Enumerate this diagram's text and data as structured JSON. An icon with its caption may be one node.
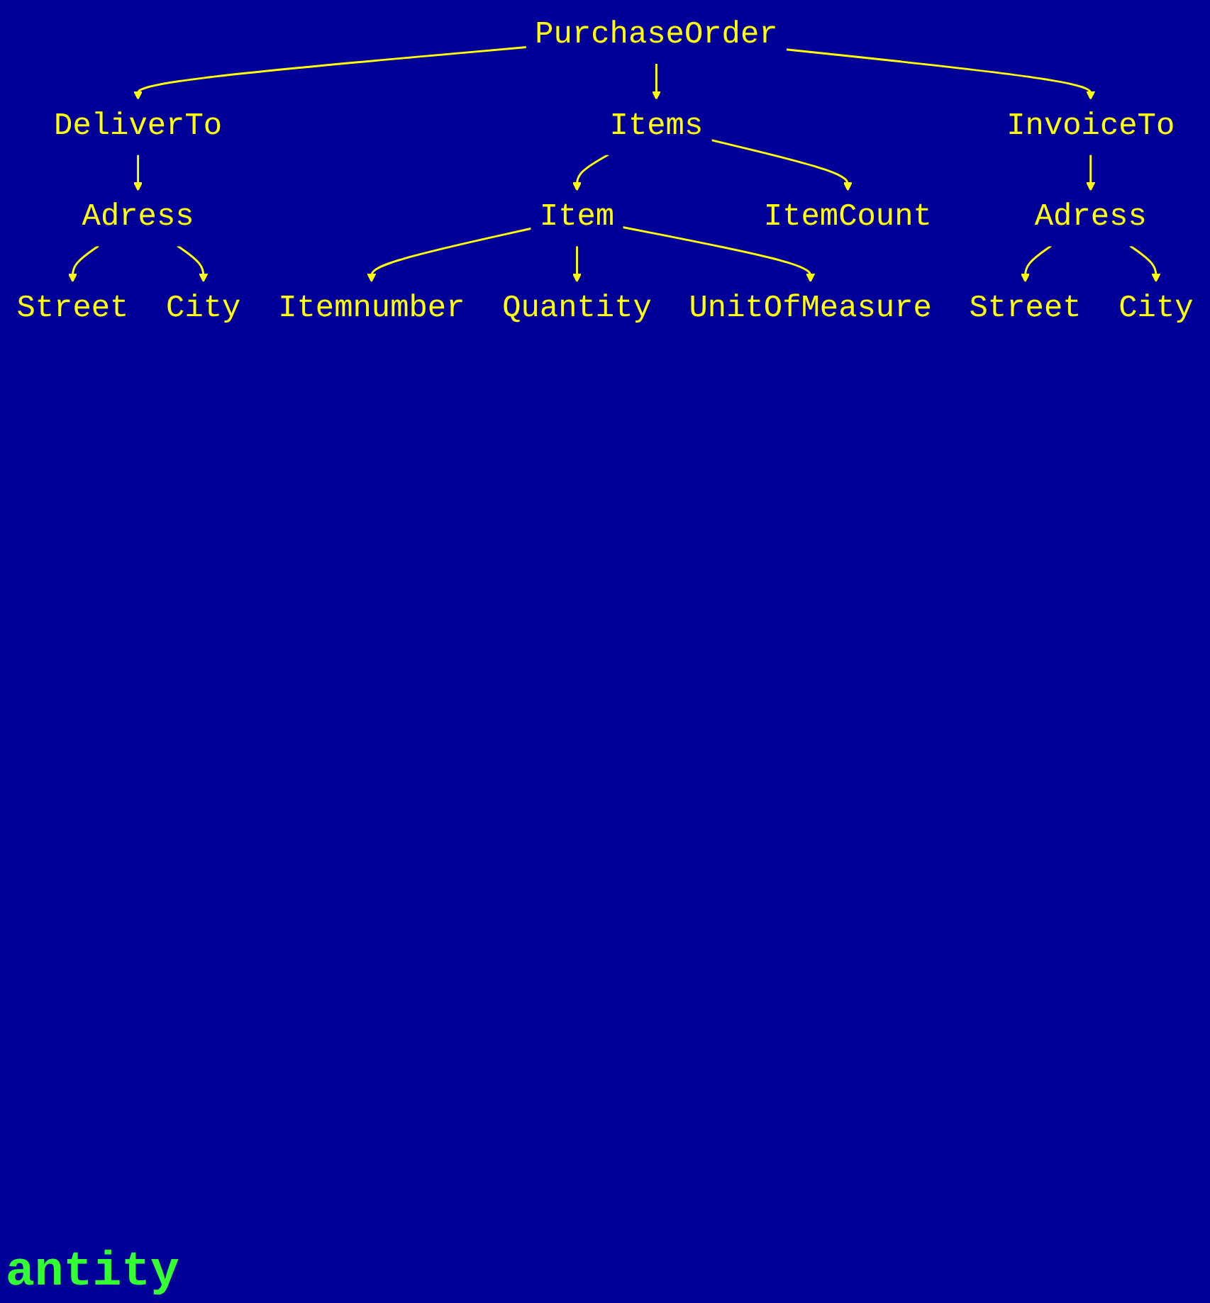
{
  "diagram": {
    "nodes": [
      {
        "text": [
          "PurchaseOrder"
        ]
      },
      {
        "text": [
          "DeliverTo"
        ]
      },
      {
        "text": [
          "InvoiceTo"
        ]
      },
      {
        "text": [
          "Adress"
        ]
      },
      {
        "text": [
          "Adress"
        ]
      },
      {
        "text": [
          "Street"
        ]
      },
      {
        "text": [
          "City"
        ]
      },
      {
        "text": [
          "Street"
        ]
      },
      {
        "text": [
          "City"
        ]
      },
      {
        "text": [
          "Items"
        ]
      },
      {
        "text": [
          "ItemCount"
        ]
      },
      {
        "text": [
          "Item"
        ]
      },
      {
        "text": [
          "Itemnumber"
        ]
      },
      {
        "text": [
          "Quantity"
        ]
      },
      {
        "text": [
          "UnitOfMeasure"
        ]
      }
    ],
    "edges": [
      {
        "from": 0,
        "to": 1,
        "arrow": "to"
      },
      {
        "from": 0,
        "to": 9,
        "arrow": "to"
      },
      {
        "from": 0,
        "to": 2,
        "arrow": "to"
      },
      {
        "from": 1,
        "to": 3,
        "arrow": "to"
      },
      {
        "from": 2,
        "to": 4,
        "arrow": "to"
      },
      {
        "from": 3,
        "to": 5,
        "arrow": "to"
      },
      {
        "from": 3,
        "to": 6,
        "arrow": "to"
      },
      {
        "from": 4,
        "to": 7,
        "arrow": "to"
      },
      {
        "from": 4,
        "to": 8,
        "arrow": "to"
      },
      {
        "from": 9,
        "to": 10,
        "arrow": "to"
      },
      {
        "from": 9,
        "to": 11,
        "arrow": "to"
      },
      {
        "from": 11,
        "to": 12,
        "arrow": "to"
      },
      {
        "from": 11,
        "to": 13,
        "arrow": "to"
      },
      {
        "from": 11,
        "to": 14,
        "arrow": "to"
      }
    ],
    "labels": [
      "antity"
    ]
  }
}
